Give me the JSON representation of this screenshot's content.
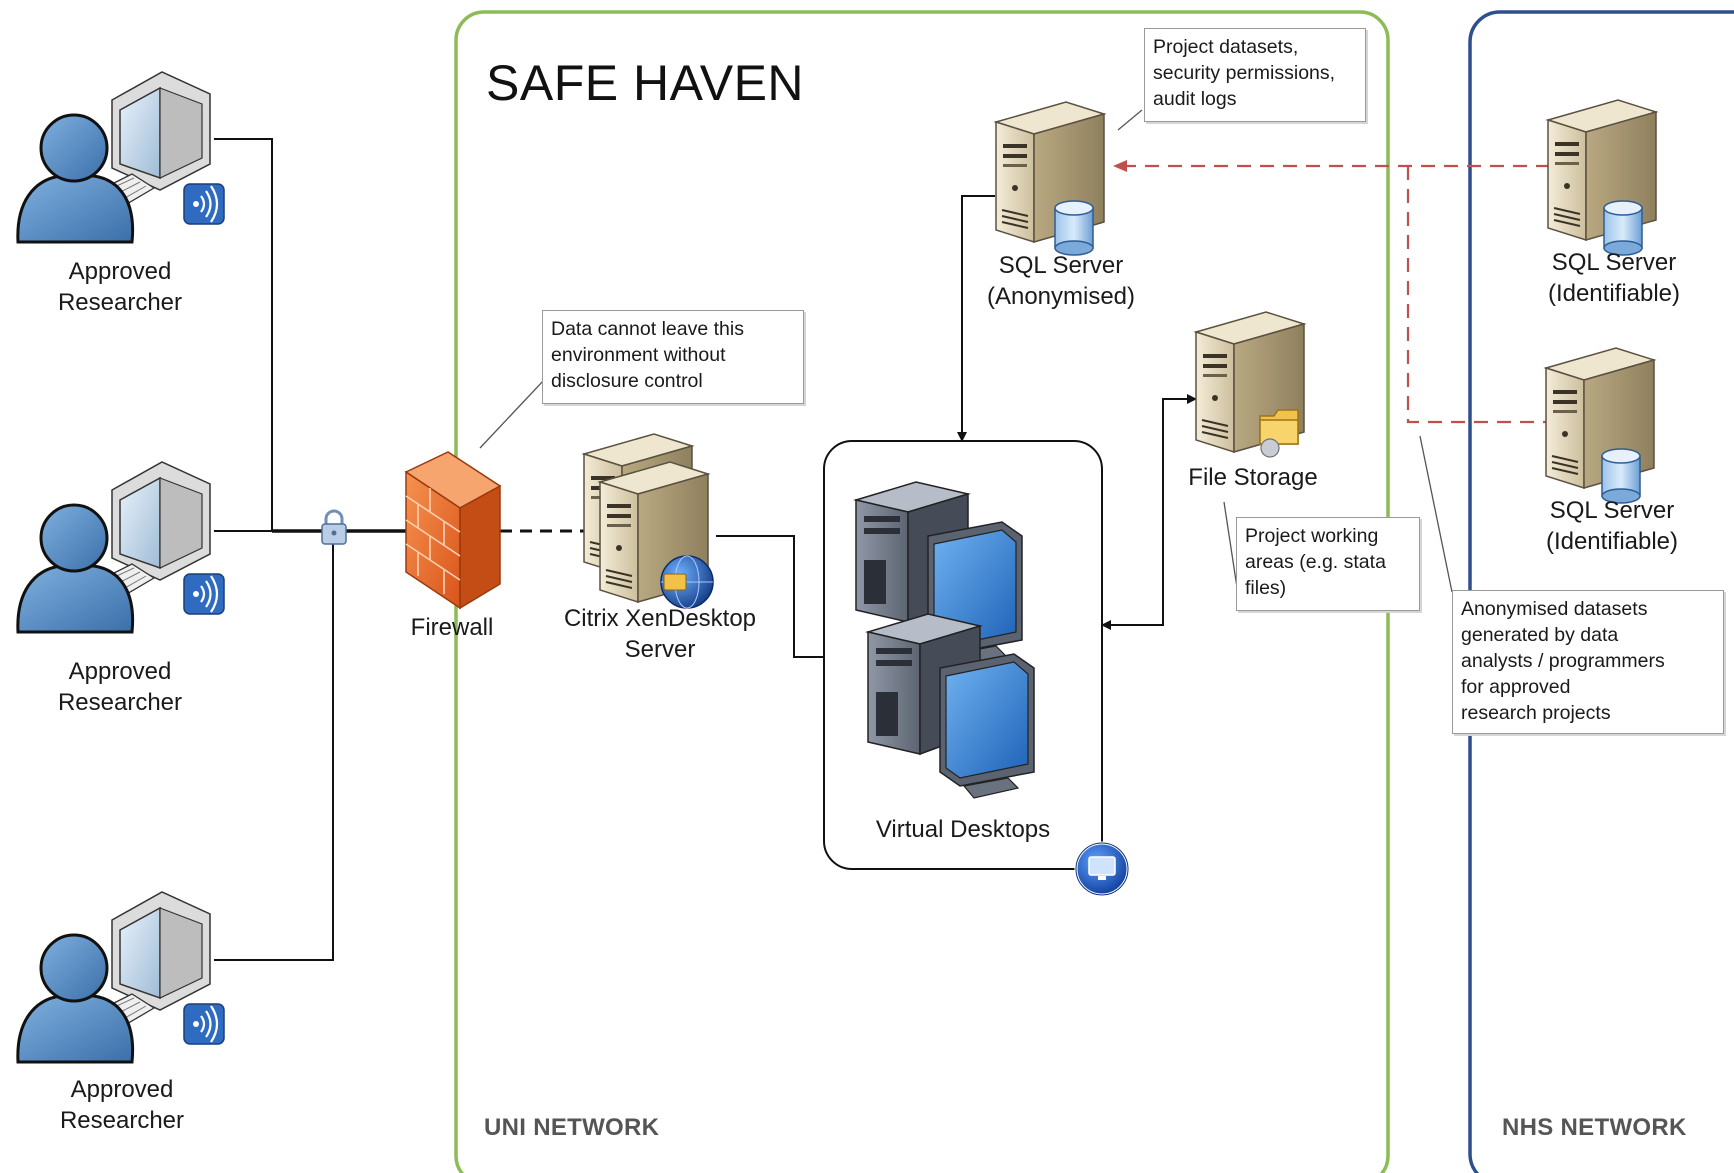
{
  "title": "SAFE HAVEN",
  "networks": {
    "uni": "UNI NETWORK",
    "nhs": "NHS NETWORK"
  },
  "researchers": [
    {
      "line1": "Approved",
      "line2": "Researcher"
    },
    {
      "line1": "Approved",
      "line2": "Researcher"
    },
    {
      "line1": "Approved",
      "line2": "Researcher"
    }
  ],
  "firewall": {
    "label": "Firewall"
  },
  "citrix": {
    "line1": "Citrix XenDesktop",
    "line2": "Server"
  },
  "virtual_desktops": {
    "label": "Virtual Desktops"
  },
  "sql_anon": {
    "line1": "SQL Server",
    "line2": "(Anonymised)"
  },
  "file_storage": {
    "label": "File Storage"
  },
  "sql_ident_1": {
    "line1": "SQL Server",
    "line2": "(Identifiable)"
  },
  "sql_ident_2": {
    "line1": "SQL Server",
    "line2": "(Identifiable)"
  },
  "notes": {
    "disclosure": [
      "Data cannot leave this",
      "environment without",
      "disclosure control"
    ],
    "project_datasets": [
      "Project datasets,",
      "security permissions,",
      "audit logs"
    ],
    "working_areas": [
      "Project working",
      "areas (e.g. stata",
      "files)"
    ],
    "anonymised": [
      "Anonymised datasets",
      "generated by data",
      "analysts  / programmers",
      "for approved",
      "research projects"
    ]
  },
  "colors": {
    "safe_haven_border": "#8cbc55",
    "nhs_border": "#2d4f8e",
    "data_flow": "#c0504d",
    "connector": "#111111",
    "person": "#4f86c0",
    "firewall": "#e8682a"
  },
  "icons": [
    "person-icon",
    "monitor-icon",
    "wireless-badge-icon",
    "padlock-icon",
    "firewall-icon",
    "server-icon",
    "database-icon",
    "folder-icon",
    "globe-icon",
    "desktop-computer-icon",
    "remote-desktop-icon"
  ]
}
